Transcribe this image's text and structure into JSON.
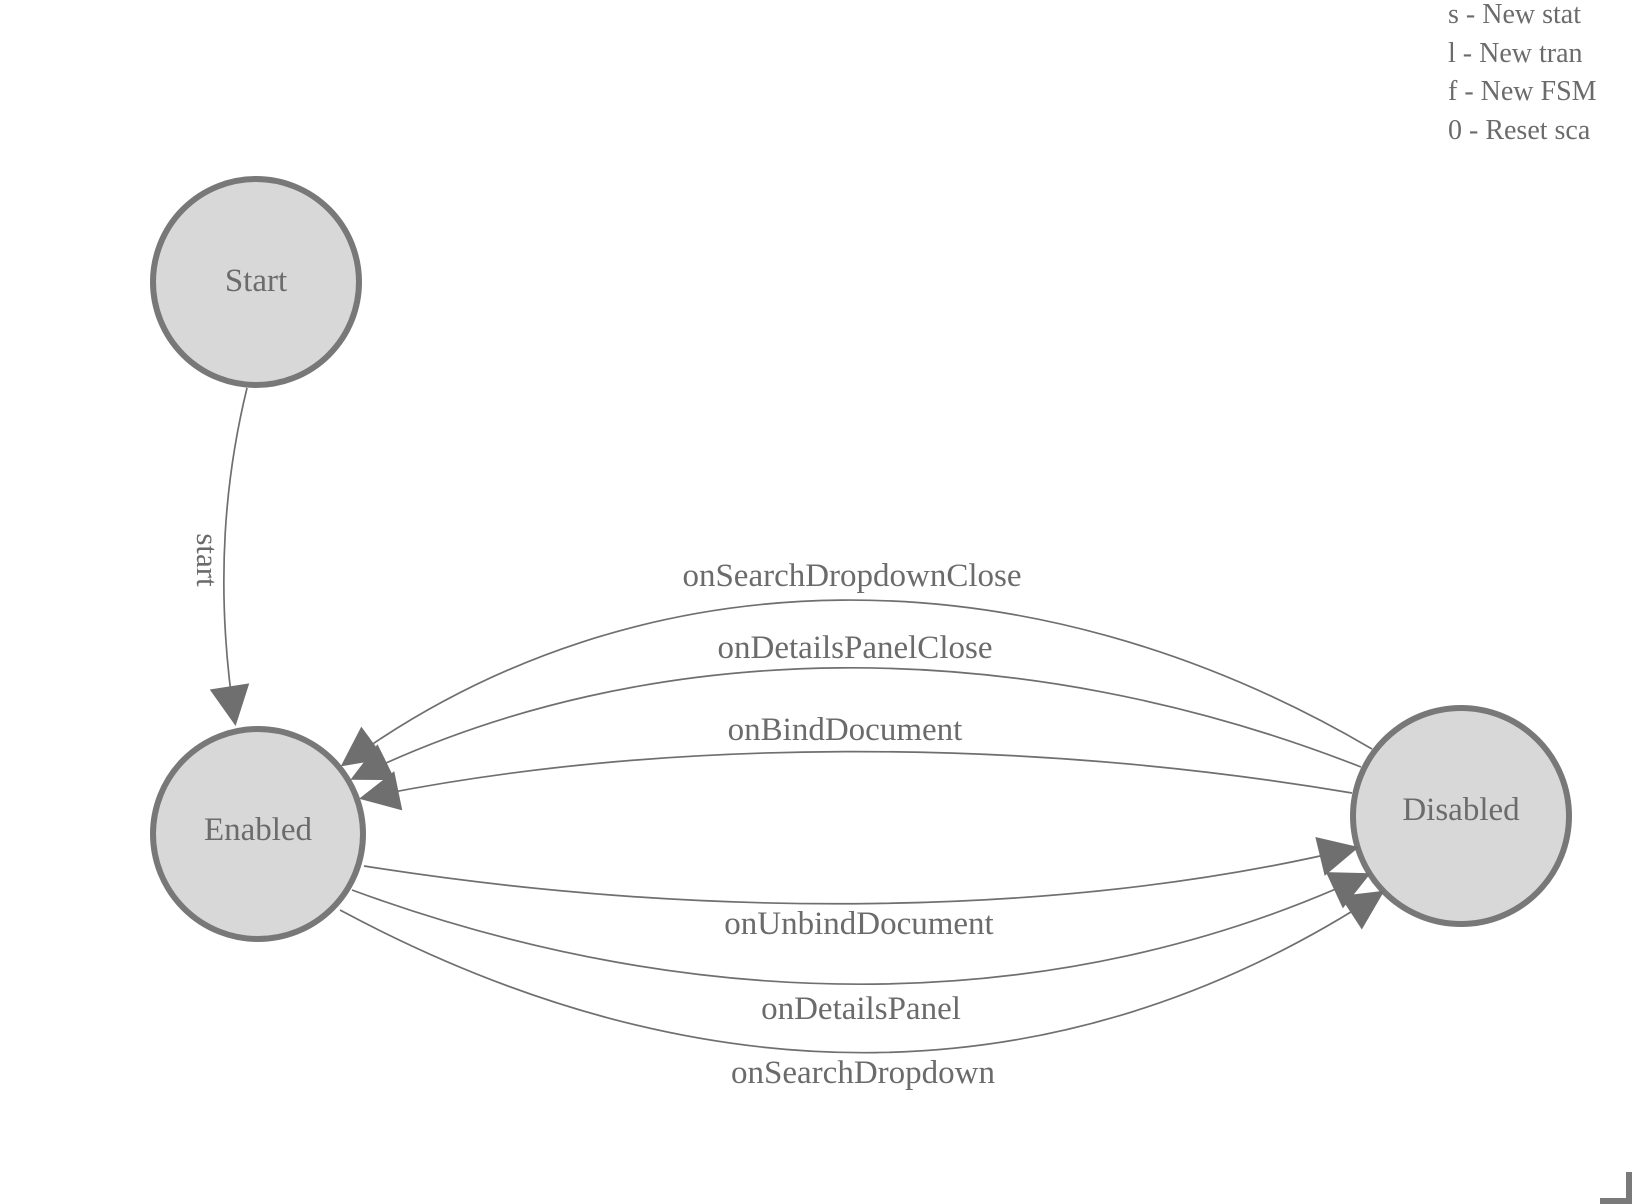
{
  "legend": {
    "lines": [
      "s - New stat",
      "l - New tran",
      "f - New FSM",
      "0 - Reset sca"
    ]
  },
  "nodes": {
    "start": {
      "label": "Start"
    },
    "enabled": {
      "label": "Enabled"
    },
    "disabled": {
      "label": "Disabled"
    }
  },
  "edges": {
    "start": {
      "label": "start",
      "from": "Start",
      "to": "Enabled"
    },
    "to_enabled": [
      {
        "label": "onSearchDropdownClose",
        "from": "Disabled",
        "to": "Enabled"
      },
      {
        "label": "onDetailsPanelClose",
        "from": "Disabled",
        "to": "Enabled"
      },
      {
        "label": "onBindDocument",
        "from": "Disabled",
        "to": "Enabled"
      }
    ],
    "to_disabled": [
      {
        "label": "onUnbindDocument",
        "from": "Enabled",
        "to": "Disabled"
      },
      {
        "label": "onDetailsPanel",
        "from": "Enabled",
        "to": "Disabled"
      },
      {
        "label": "onSearchDropdown",
        "from": "Enabled",
        "to": "Disabled"
      }
    ]
  },
  "colors": {
    "node_fill": "#d8d8d8",
    "node_stroke": "#787878",
    "edge": "#6f6f6f",
    "text": "#6b6b6b",
    "background": "#ffffff"
  }
}
